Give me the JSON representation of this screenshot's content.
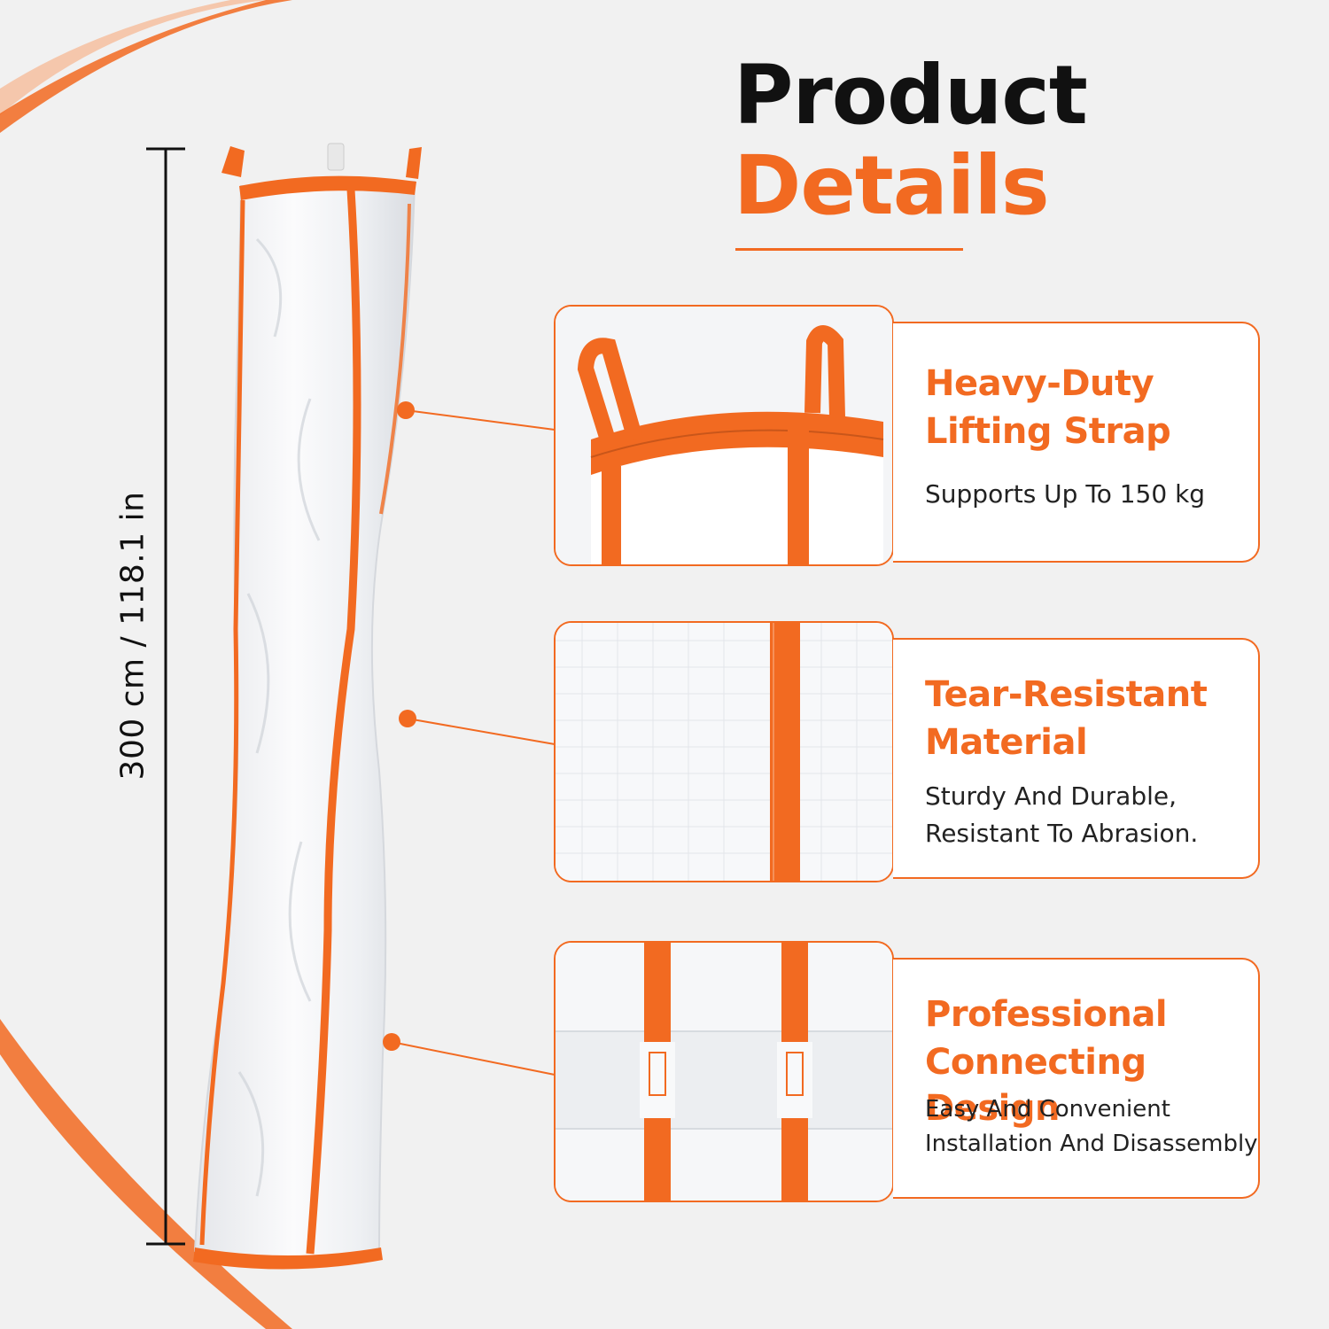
{
  "theme": {
    "accent": "#f26a21",
    "text": "#111111",
    "background": "#f1f1f1"
  },
  "heading": {
    "line1": "Product",
    "line2": "Details"
  },
  "dimension": {
    "label": "300 cm / 118.1 in"
  },
  "features": [
    {
      "title_line1": "Heavy-Duty",
      "title_line2": "Lifting Strap",
      "desc_line1": "Supports Up To 150 kg",
      "desc_line2": ""
    },
    {
      "title_line1": "Tear-Resistant",
      "title_line2": "Material",
      "desc_line1": "Sturdy And Durable,",
      "desc_line2": "Resistant To Abrasion."
    },
    {
      "title_line1": "Professional",
      "title_line2": "Connecting Design",
      "desc_line1": "Easy And Convenient",
      "desc_line2": "Installation And Disassembly"
    }
  ]
}
